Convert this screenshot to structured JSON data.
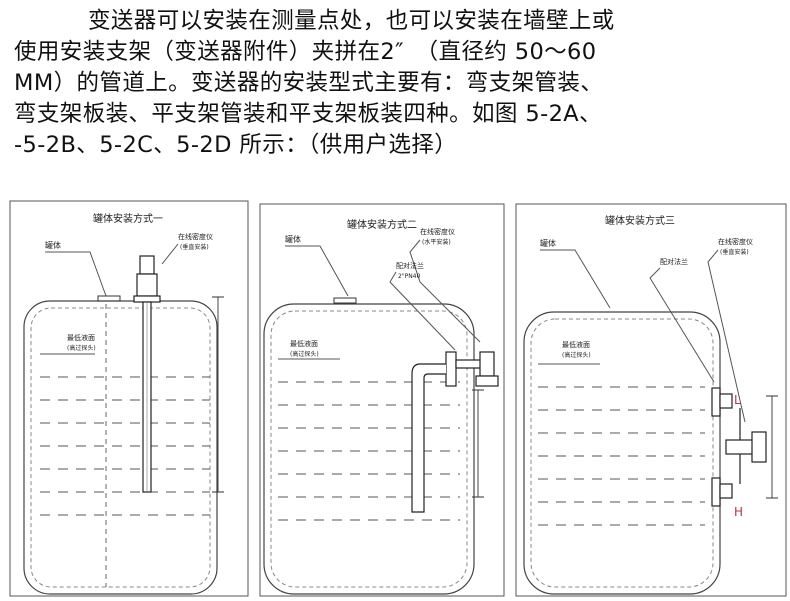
{
  "paragraph": {
    "lines": [
      "变送器可以安装在测量点处，也可以安装在墙壁上或",
      "使用安装支架（变送器附件）夹拼在2″　（直径约 50～60",
      "MM）的管道上。变送器的安装型式主要有：弯支架管装、",
      "弯支架板装、平支架管装和平支架板装四种。如图 5-2A、",
      "-5-2B、5-2C、5-2D 所示：（供用户选择）"
    ]
  },
  "figures": [
    {
      "title": "罐体安装方式一",
      "labels": {
        "tank": "罐体",
        "instrument": "在线密度仪",
        "instrument_note": "(垂直安装)",
        "min_level": "最低液面",
        "min_level_note": "(高过探头)"
      }
    },
    {
      "title": "罐体安装方式二",
      "labels": {
        "tank": "罐体",
        "instrument": "在线密度仪",
        "instrument_note": "(水平安装)",
        "flange": "配对法兰",
        "flange_note": "2\"PN40",
        "min_level": "最低液面",
        "min_level_note": "(高过探头)"
      }
    },
    {
      "title": "罐体安装方式三",
      "labels": {
        "tank": "罐体",
        "instrument": "在线密度仪",
        "instrument_note": "(垂直安装)",
        "flange": "配对法兰",
        "min_level": "最低液面",
        "min_level_note": "(高过探头)",
        "L": "L",
        "H": "H"
      }
    }
  ]
}
